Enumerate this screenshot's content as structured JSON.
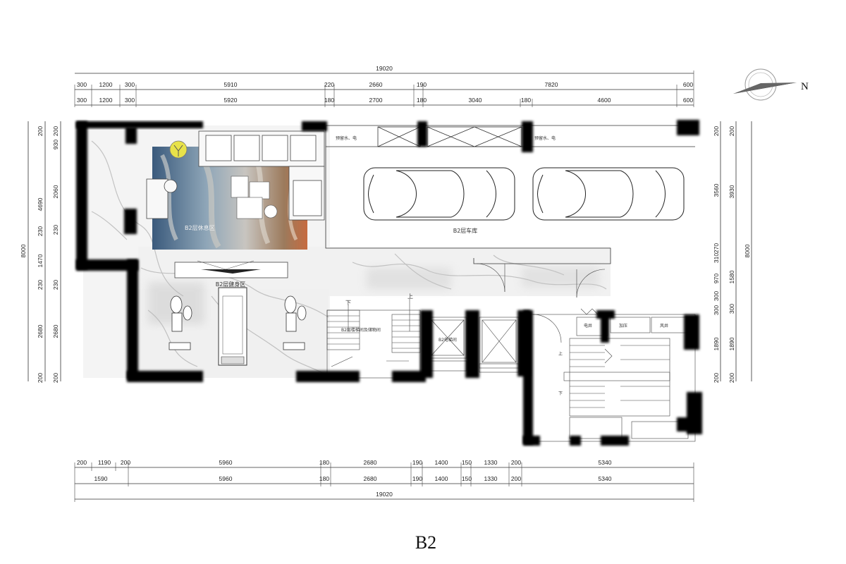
{
  "title": "B2",
  "compass": {
    "north_label": "N"
  },
  "rooms": {
    "garage": "B2层车库",
    "gym": "B2层健身区",
    "lounge": "B2层休息区",
    "stair_storage": "B2层楼梯间及储物间",
    "elevator": "B2电梯间"
  },
  "labels": {
    "down": "下",
    "up": "上",
    "stair_up": "上",
    "stair_down": "下",
    "drain_left": "预留水、电",
    "drain_right": "预留水、电",
    "electric_well": "电井",
    "pressure": "加压",
    "air_shaft": "风井"
  },
  "dims": {
    "top_total": "19020",
    "top_row1": [
      "300",
      "1200",
      "300",
      "5910",
      "220",
      "2660",
      "190",
      "7820",
      "600"
    ],
    "top_row2": [
      "300",
      "1200",
      "300",
      "5920",
      "180",
      "2700",
      "180",
      "3040",
      "180",
      "4600",
      "600"
    ],
    "bottom_row1": [
      "200",
      "1190",
      "200",
      "5960",
      "180",
      "2680",
      "190",
      "1400",
      "150",
      "1330",
      "200",
      "5340"
    ],
    "bottom_row2": [
      "1590",
      "5960",
      "180",
      "2680",
      "190",
      "1400",
      "150",
      "1330",
      "200",
      "5340"
    ],
    "bottom_total": "19020",
    "left_total": "8000",
    "left_row1": [
      "200",
      "4690",
      "230",
      "1470",
      "230",
      "2680",
      "200"
    ],
    "left_row2": [
      "200",
      "930",
      "2060",
      "230",
      "230",
      "2680",
      "200"
    ],
    "right_row1": [
      "200",
      "3560",
      "310",
      "270",
      "970",
      "300",
      "300",
      "1890",
      "200"
    ],
    "right_row2": [
      "200",
      "3930",
      "1580",
      "300",
      "1890",
      "200"
    ],
    "right_total": "8000"
  }
}
